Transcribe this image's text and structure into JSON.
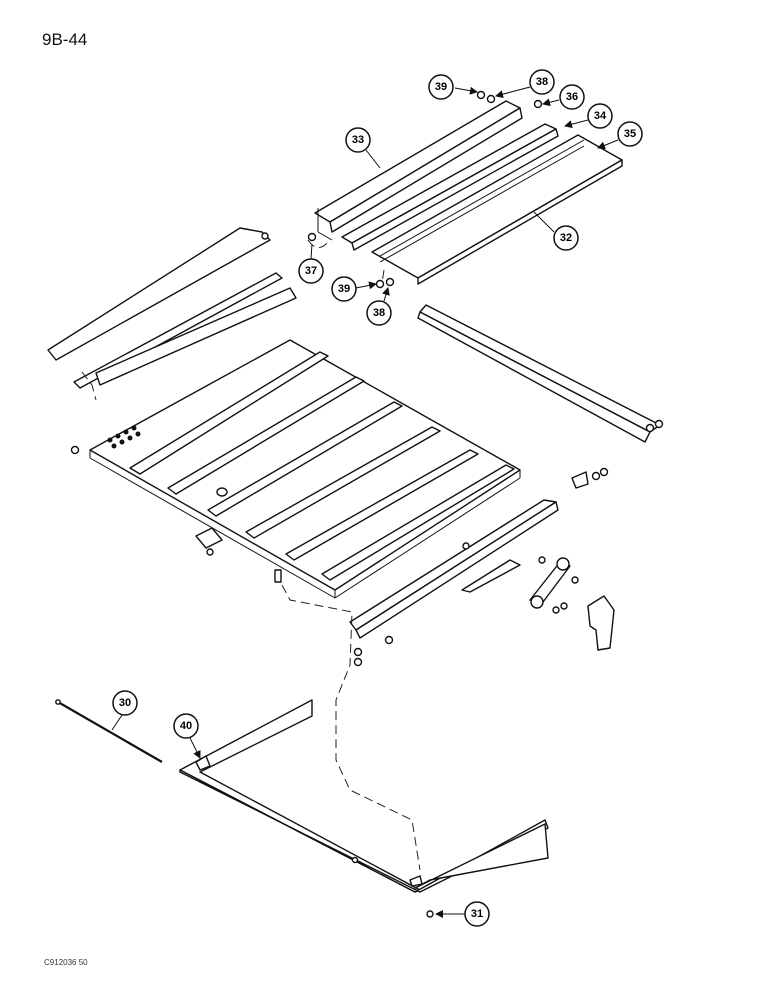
{
  "header": {
    "page_number": "9B-44"
  },
  "footer": {
    "drawing_code": "C912036 50"
  },
  "callouts": [
    "39",
    "38",
    "36",
    "34",
    "33",
    "35",
    "32",
    "37",
    "39",
    "38",
    "30",
    "40",
    "31"
  ]
}
